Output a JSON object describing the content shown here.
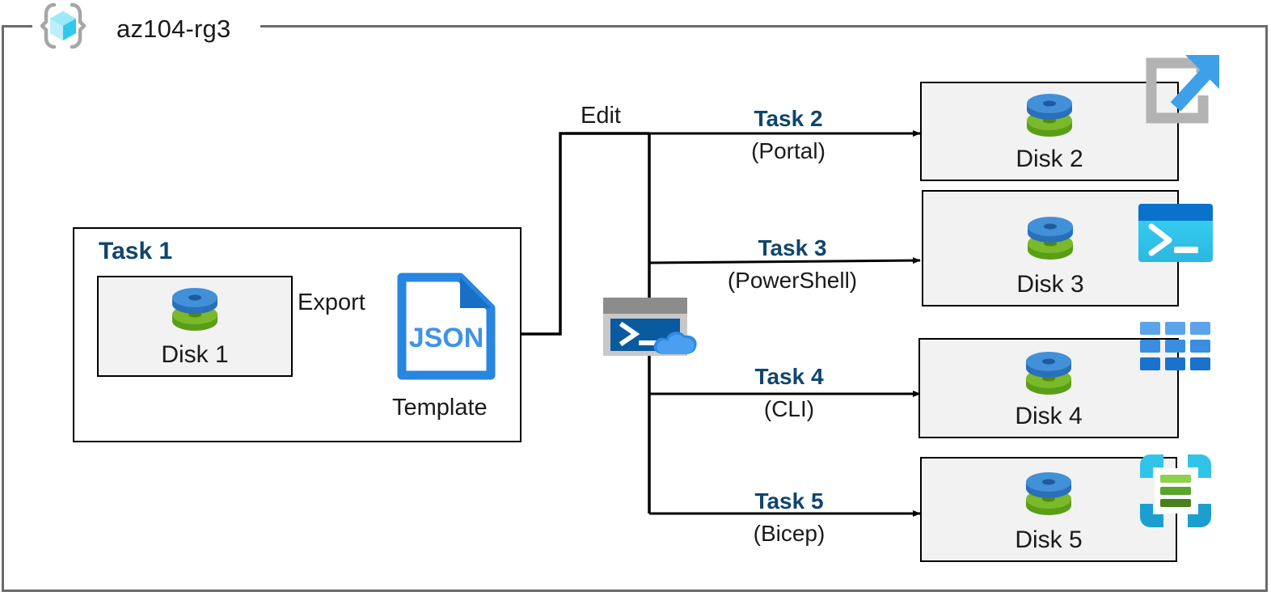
{
  "resource_group": {
    "name": "az104-rg3",
    "icon": "azure-resource-group-icon"
  },
  "task1": {
    "label": "Task 1",
    "source_disk": {
      "label": "Disk 1",
      "icon": "disk-icon"
    },
    "export_label": "Export",
    "template": {
      "file_type": "JSON",
      "caption": "Template",
      "icon": "json-file-icon"
    }
  },
  "edit": {
    "label": "Edit",
    "tool_icon": "azure-cloud-shell-icon"
  },
  "branches": [
    {
      "task_label": "Task 2",
      "method_label": "(Portal)",
      "disk_label": "Disk 2",
      "tool_icon": "azure-portal-icon"
    },
    {
      "task_label": "Task 3",
      "method_label": "(PowerShell)",
      "disk_label": "Disk 3",
      "tool_icon": "powershell-icon"
    },
    {
      "task_label": "Task 4",
      "method_label": "(CLI)",
      "disk_label": "Disk 4",
      "tool_icon": "azure-cli-icon"
    },
    {
      "task_label": "Task 5",
      "method_label": "(Bicep)",
      "disk_label": "Disk 5",
      "tool_icon": "bicep-icon"
    }
  ],
  "colors": {
    "frame_gray": "#6b6b6b",
    "task_blue": "#10456d",
    "box_fill": "#f2f2f2",
    "line_black": "#000000",
    "json_blue": "#2686e0",
    "disk_blue": "#3b87d8",
    "disk_green": "#6fb02a",
    "portal_arrow_blue": "#3ea0e8",
    "powershell_cyan": "#2fc5f0",
    "cli_blue": "#2a7fd4",
    "bicep_cyan": "#31c4e8",
    "bicep_green": "#76c043"
  }
}
